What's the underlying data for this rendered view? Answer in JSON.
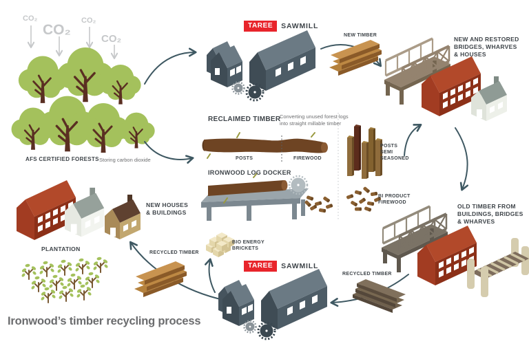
{
  "title": "Ironwood’s timber recycling process",
  "forest": {
    "co2_labels": [
      "CO₂",
      "CO₂",
      "CO₂",
      "CO₂"
    ],
    "label": "AFS CERTIFIED FORESTS",
    "sublabel": "Storing carbon dioxide"
  },
  "sawmill_top": {
    "badge": "TAREE",
    "name": "SAWMILL"
  },
  "sawmill_bottom": {
    "badge": "TAREE",
    "name": "SAWMILL"
  },
  "flows": {
    "new_timber": "NEW TIMBER",
    "posts_semi_seasoned": "POSTS\nSEMI\nSEASONED",
    "bi_product_firewood": "BI PRODUCT\nFIREWOOD",
    "recycled_timber_right": "RECYCLED TIMBER",
    "recycled_timber_left": "RECYCLED TIMBER",
    "bio_energy_brickets": "BIO ENERGY\nBRICKETS"
  },
  "stations": {
    "bridges_new": "NEW AND RESTORED\nBRIDGES, WHARVES\n& HOUSES",
    "old_timber": "OLD TIMBER FROM\nBUILDINGS, BRIDGES\n& WHARVES",
    "new_houses": "NEW HOUSES\n& BUILDINGS",
    "plantation": "PLANTATION"
  },
  "center_panel": {
    "reclaimed_title": "RECLAIMED TIMBER",
    "reclaimed_desc": "Converting unused forest logs\ninto straight millable timber",
    "posts_label": "POSTS",
    "firewood_label": "FIREWOOD",
    "docker_title": "IRONWOOD LOG DOCKER"
  },
  "colors": {
    "badge_red": "#e8242b",
    "label_dark": "#3e4449",
    "muted_gray": "#6d6e70",
    "co2_gray": "#c6c8ca",
    "arrow": "#3e5862",
    "tree_green": "#a4c15c",
    "trunk_brown": "#5a2f22",
    "timber_gold": "#c08c44",
    "brick_red": "#a23c22",
    "title_gray": "#6b6c6e"
  }
}
